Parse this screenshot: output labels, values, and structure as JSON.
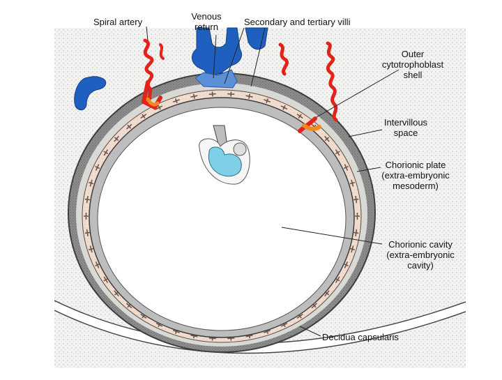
{
  "labels": {
    "spiral_artery": "Spiral artery",
    "venous_return_1": "Venous",
    "venous_return_2": "return",
    "villi": "Secondary and tertiary villi",
    "outer_shell_1": "Outer",
    "outer_shell_2": "cytotrophoblast",
    "outer_shell_3": "shell",
    "intervillous_1": "Intervillous",
    "intervillous_2": "space",
    "chorionic_plate_1": "Chorionic plate",
    "chorionic_plate_2": "(extra-embryonic",
    "chorionic_plate_3": "mesoderm)",
    "chorionic_cavity_1": "Chorionic cavity",
    "chorionic_cavity_2": "(extra-embryonic",
    "chorionic_cavity_3": "cavity)",
    "decidua": "Decidua capsularis"
  },
  "colors": {
    "artery": "#e2231a",
    "vein": "#1f5fbf",
    "embryo": "#7fcfe6",
    "shell": "#8e8e8e",
    "villus_fill": "#f1ddd0"
  }
}
